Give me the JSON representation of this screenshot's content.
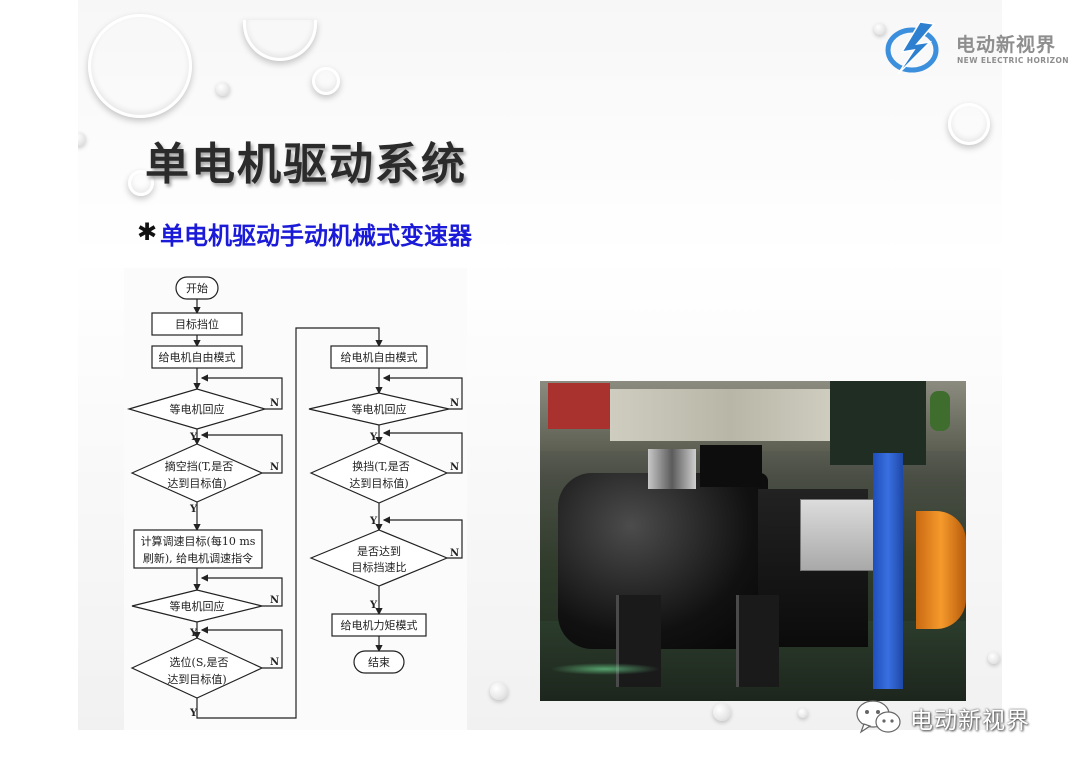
{
  "slide": {
    "title": "单电机驱动系统",
    "bullet_icon": "asterisk-bullet",
    "subtitle": "单电机驱动手动机械式变速器"
  },
  "flowchart_left": {
    "start": "开始",
    "step1": "目标挡位",
    "step2": "给电机自由模式",
    "decision1": "等电机回应",
    "decision2_line1": "摘空挡(T,是否",
    "decision2_line2": "达到目标值)",
    "step3_line1": "计算调速目标(每10 ms",
    "step3_line2": "刷新), 给电机调速指令",
    "decision3": "等电机回应",
    "decision4_line1": "选位(S,是否",
    "decision4_line2": "达到目标值)",
    "yes": "Y",
    "no": "N"
  },
  "flowchart_right": {
    "step1": "给电机自由模式",
    "decision1": "等电机回应",
    "decision2_line1": "换挡(T,是否",
    "decision2_line2": "达到目标值)",
    "decision3_line1": "是否达到",
    "decision3_line2": "目标挡速比",
    "step2": "给电机力矩模式",
    "end": "结束"
  },
  "logo": {
    "cn": "电动新视界",
    "en": "NEW ELECTRIC HORIZON",
    "icon": "lightning-globe-icon"
  },
  "watermark": {
    "icon": "wechat-icon",
    "text": "电动新视界"
  },
  "photo": {
    "subject": "motor-test-bench-photo"
  },
  "colors": {
    "subtitle": "#1a1ad8",
    "title": "#2b2b2b",
    "logo_blue": "#2d7fd0",
    "bench_blue": "#2f5fc9",
    "bench_orange": "#f28a1a"
  }
}
